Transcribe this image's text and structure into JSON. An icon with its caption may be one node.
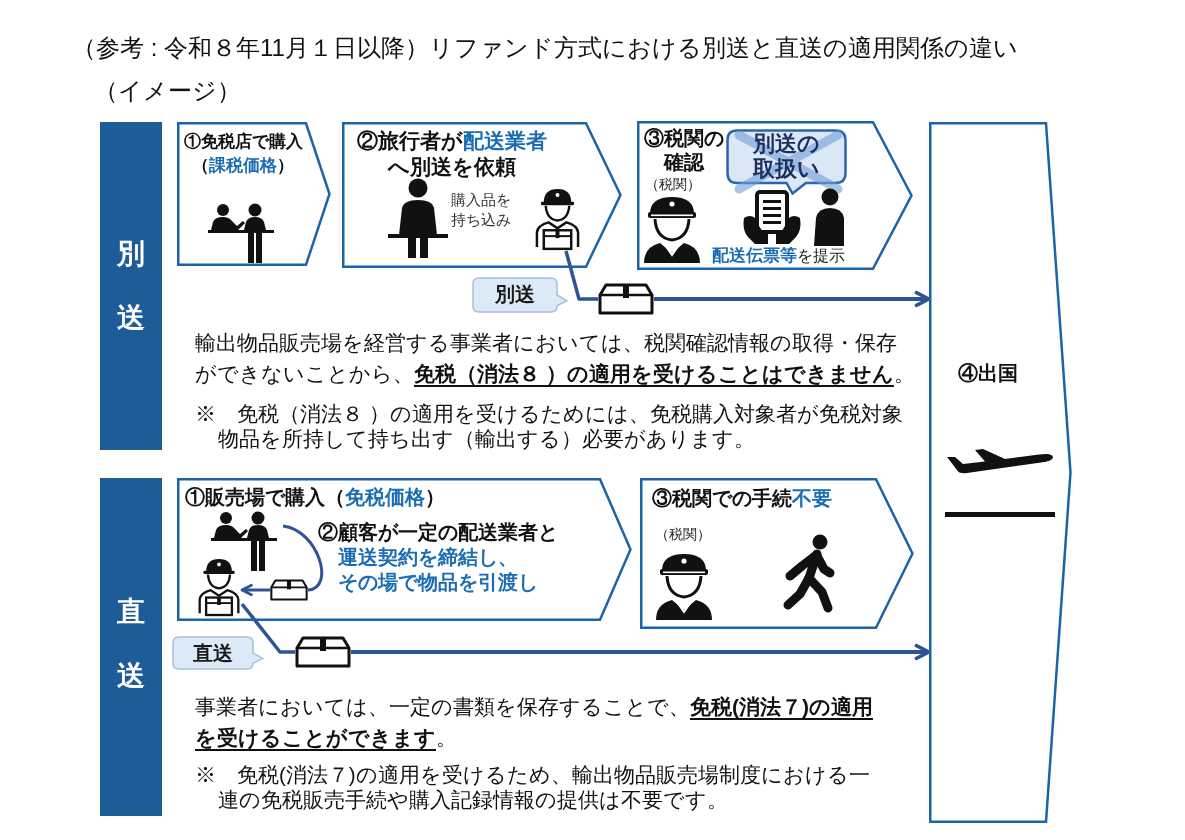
{
  "diagram": {
    "title": "（参考 : 令和８年11月１日以降）リファンド方式における別送と直送の適用関係の違い（イメージ）",
    "nodes": [
      {
        "text": [
          "別送"
        ]
      },
      {
        "text": [
          "①免税店で購入（**課税価格**）"
        ]
      },
      {
        "text": [
          "②旅行者が**配送業者**へ別送を依頼",
          "購入品を持ち込み"
        ]
      },
      {
        "text": [],
        "shape": "picture",
        "in": 2
      },
      {
        "text": [
          "③税関の確認",
          "（税関）",
          "**配送伝票等**を提示"
        ]
      },
      {
        "text": [
          "別送の取扱い"
        ],
        "in": 4
      },
      {
        "text": [
          "④出国"
        ]
      },
      {
        "text": [
          "別送"
        ]
      },
      {
        "text": [],
        "shape": "picture"
      },
      {
        "text": [
          "直送"
        ]
      },
      {
        "text": [
          "①販売場で購入（**免税価格**）",
          "②顧客が一定の配送業者と**運送契約を締結し、その場で物品を引渡し**"
        ]
      },
      {
        "text": [],
        "shape": "picture",
        "in": 10
      },
      {
        "text": [],
        "shape": "picture",
        "in": 10
      },
      {
        "text": [],
        "shape": "picture",
        "in": 10
      },
      {
        "text": [
          "③税関での手続**不要**",
          "（税関）"
        ]
      },
      {
        "text": [
          "直送"
        ]
      },
      {
        "text": [],
        "shape": "picture"
      }
    ],
    "edges": [
      {
        "from": 3,
        "to": 8,
        "arrow": "none"
      },
      {
        "from": 8,
        "to": 6,
        "arrow": "to"
      },
      {
        "from": 11,
        "to": 12,
        "arrow": "none"
      },
      {
        "from": 12,
        "to": 13,
        "arrow": "to"
      },
      {
        "from": 13,
        "to": 16,
        "arrow": "none"
      },
      {
        "from": 16,
        "to": 6,
        "arrow": "to"
      }
    ],
    "labels": [
      "輸出物品販売場を経営する事業者においては、税関確認情報の取得・保存ができないことから、**免税（消法８ ）の適用を受けることはできません**。",
      "※　免税（消法８ ）の適用を受けるためには、免税購入対象者が免税対象物品を所持して持ち出す（輸出する）必要があります。",
      "事業者においては、一定の書類を保存することで、**免税(消法７)の適用を受けることができます**。",
      "※　免税(消法７)の適用を受けるため、輸出物品販売場制度における一連の免税販売手続や購入記録情報の提供は不要です。"
    ]
  }
}
